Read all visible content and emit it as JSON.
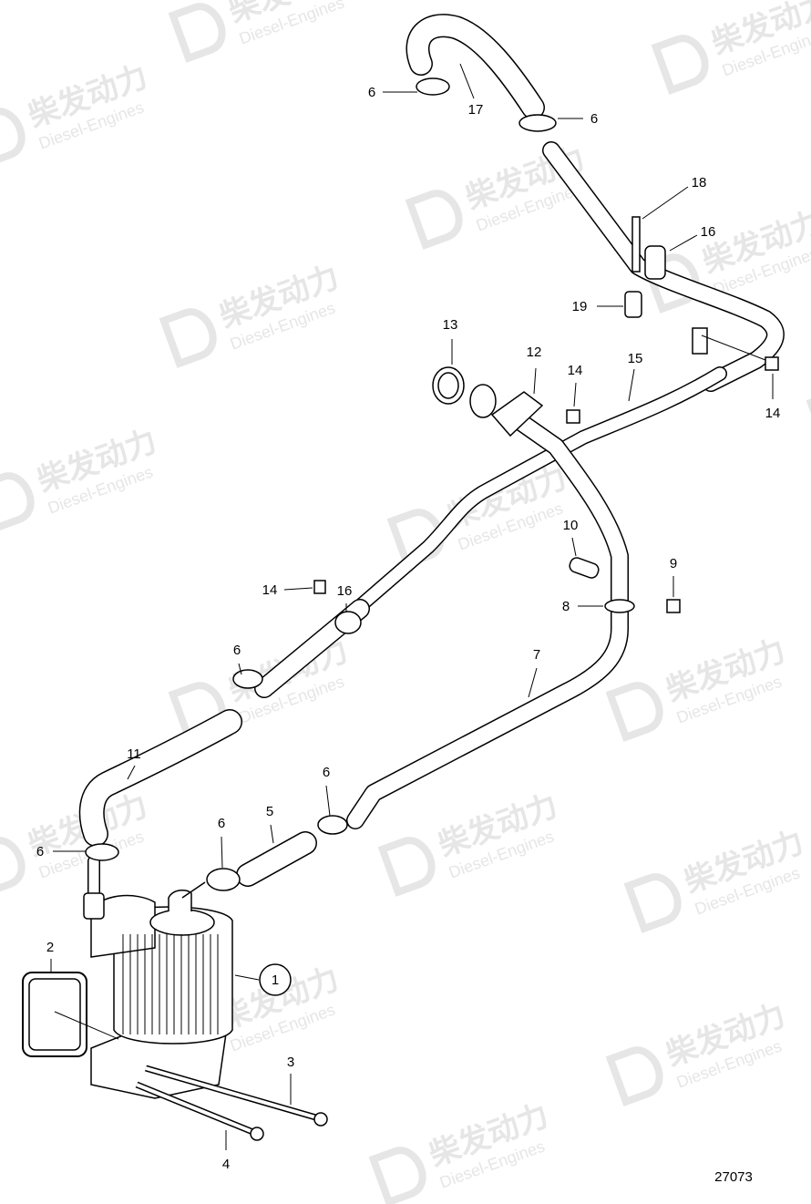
{
  "diagram": {
    "drawing_number": "27073",
    "watermark": {
      "brand": "柴发动力",
      "sub": "Diesel-Engines"
    },
    "labels": [
      {
        "id": "label-6a",
        "text": "6"
      },
      {
        "id": "label-17",
        "text": "17"
      },
      {
        "id": "label-6b",
        "text": "6"
      },
      {
        "id": "label-18",
        "text": "18"
      },
      {
        "id": "label-16a",
        "text": "16"
      },
      {
        "id": "label-19",
        "text": "19"
      },
      {
        "id": "label-13",
        "text": "13"
      },
      {
        "id": "label-12",
        "text": "12"
      },
      {
        "id": "label-14a",
        "text": "14"
      },
      {
        "id": "label-15",
        "text": "15"
      },
      {
        "id": "label-14b",
        "text": "14"
      },
      {
        "id": "label-10",
        "text": "10"
      },
      {
        "id": "label-9",
        "text": "9"
      },
      {
        "id": "label-8",
        "text": "8"
      },
      {
        "id": "label-14c",
        "text": "14"
      },
      {
        "id": "label-16b",
        "text": "16"
      },
      {
        "id": "label-6c",
        "text": "6"
      },
      {
        "id": "label-7",
        "text": "7"
      },
      {
        "id": "label-11",
        "text": "11"
      },
      {
        "id": "label-6d",
        "text": "6"
      },
      {
        "id": "label-6e",
        "text": "6"
      },
      {
        "id": "label-5",
        "text": "5"
      },
      {
        "id": "label-6f",
        "text": "6"
      },
      {
        "id": "label-2",
        "text": "2"
      },
      {
        "id": "label-1",
        "text": "1"
      },
      {
        "id": "label-3",
        "text": "3"
      },
      {
        "id": "label-4",
        "text": "4"
      }
    ]
  }
}
